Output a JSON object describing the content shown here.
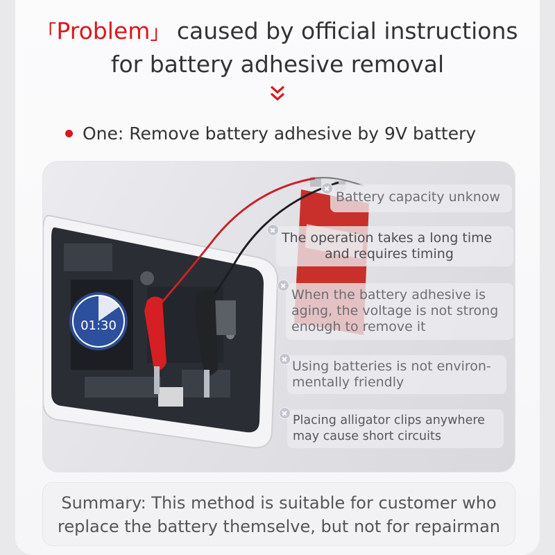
{
  "header": {
    "bracket_open": "「",
    "problem_word": "Problem",
    "bracket_close": "」",
    "line1_rest": "caused by official instructions",
    "line2": "for battery adhesive removal"
  },
  "section": {
    "bullet_text": "One: Remove battery adhesive by 9V battery"
  },
  "timer": {
    "time": "01:30"
  },
  "issues": [
    {
      "lines": [
        "Battery capacity unknow"
      ]
    },
    {
      "lines": [
        "The operation takes a long time",
        "and requires timing"
      ]
    },
    {
      "lines": [
        "When the battery adhesive is",
        "aging, the voltage is not strong",
        "enough to remove it"
      ]
    },
    {
      "lines": [
        "Using batteries is not environ-",
        "mentally friendly"
      ]
    },
    {
      "lines": [
        "Placing alligator clips anywhere",
        "may cause short circuits"
      ]
    }
  ],
  "summary": {
    "line1": "Summary: This method is suitable for customer who",
    "line2": "replace the battery themselve, but not for repairman"
  },
  "colors": {
    "accent_red": "#d8191d",
    "timer_blue": "#2c4f9e",
    "tag_text": "#6d6d73"
  },
  "icons": [
    "double-chevron-down-icon",
    "close-icon"
  ]
}
